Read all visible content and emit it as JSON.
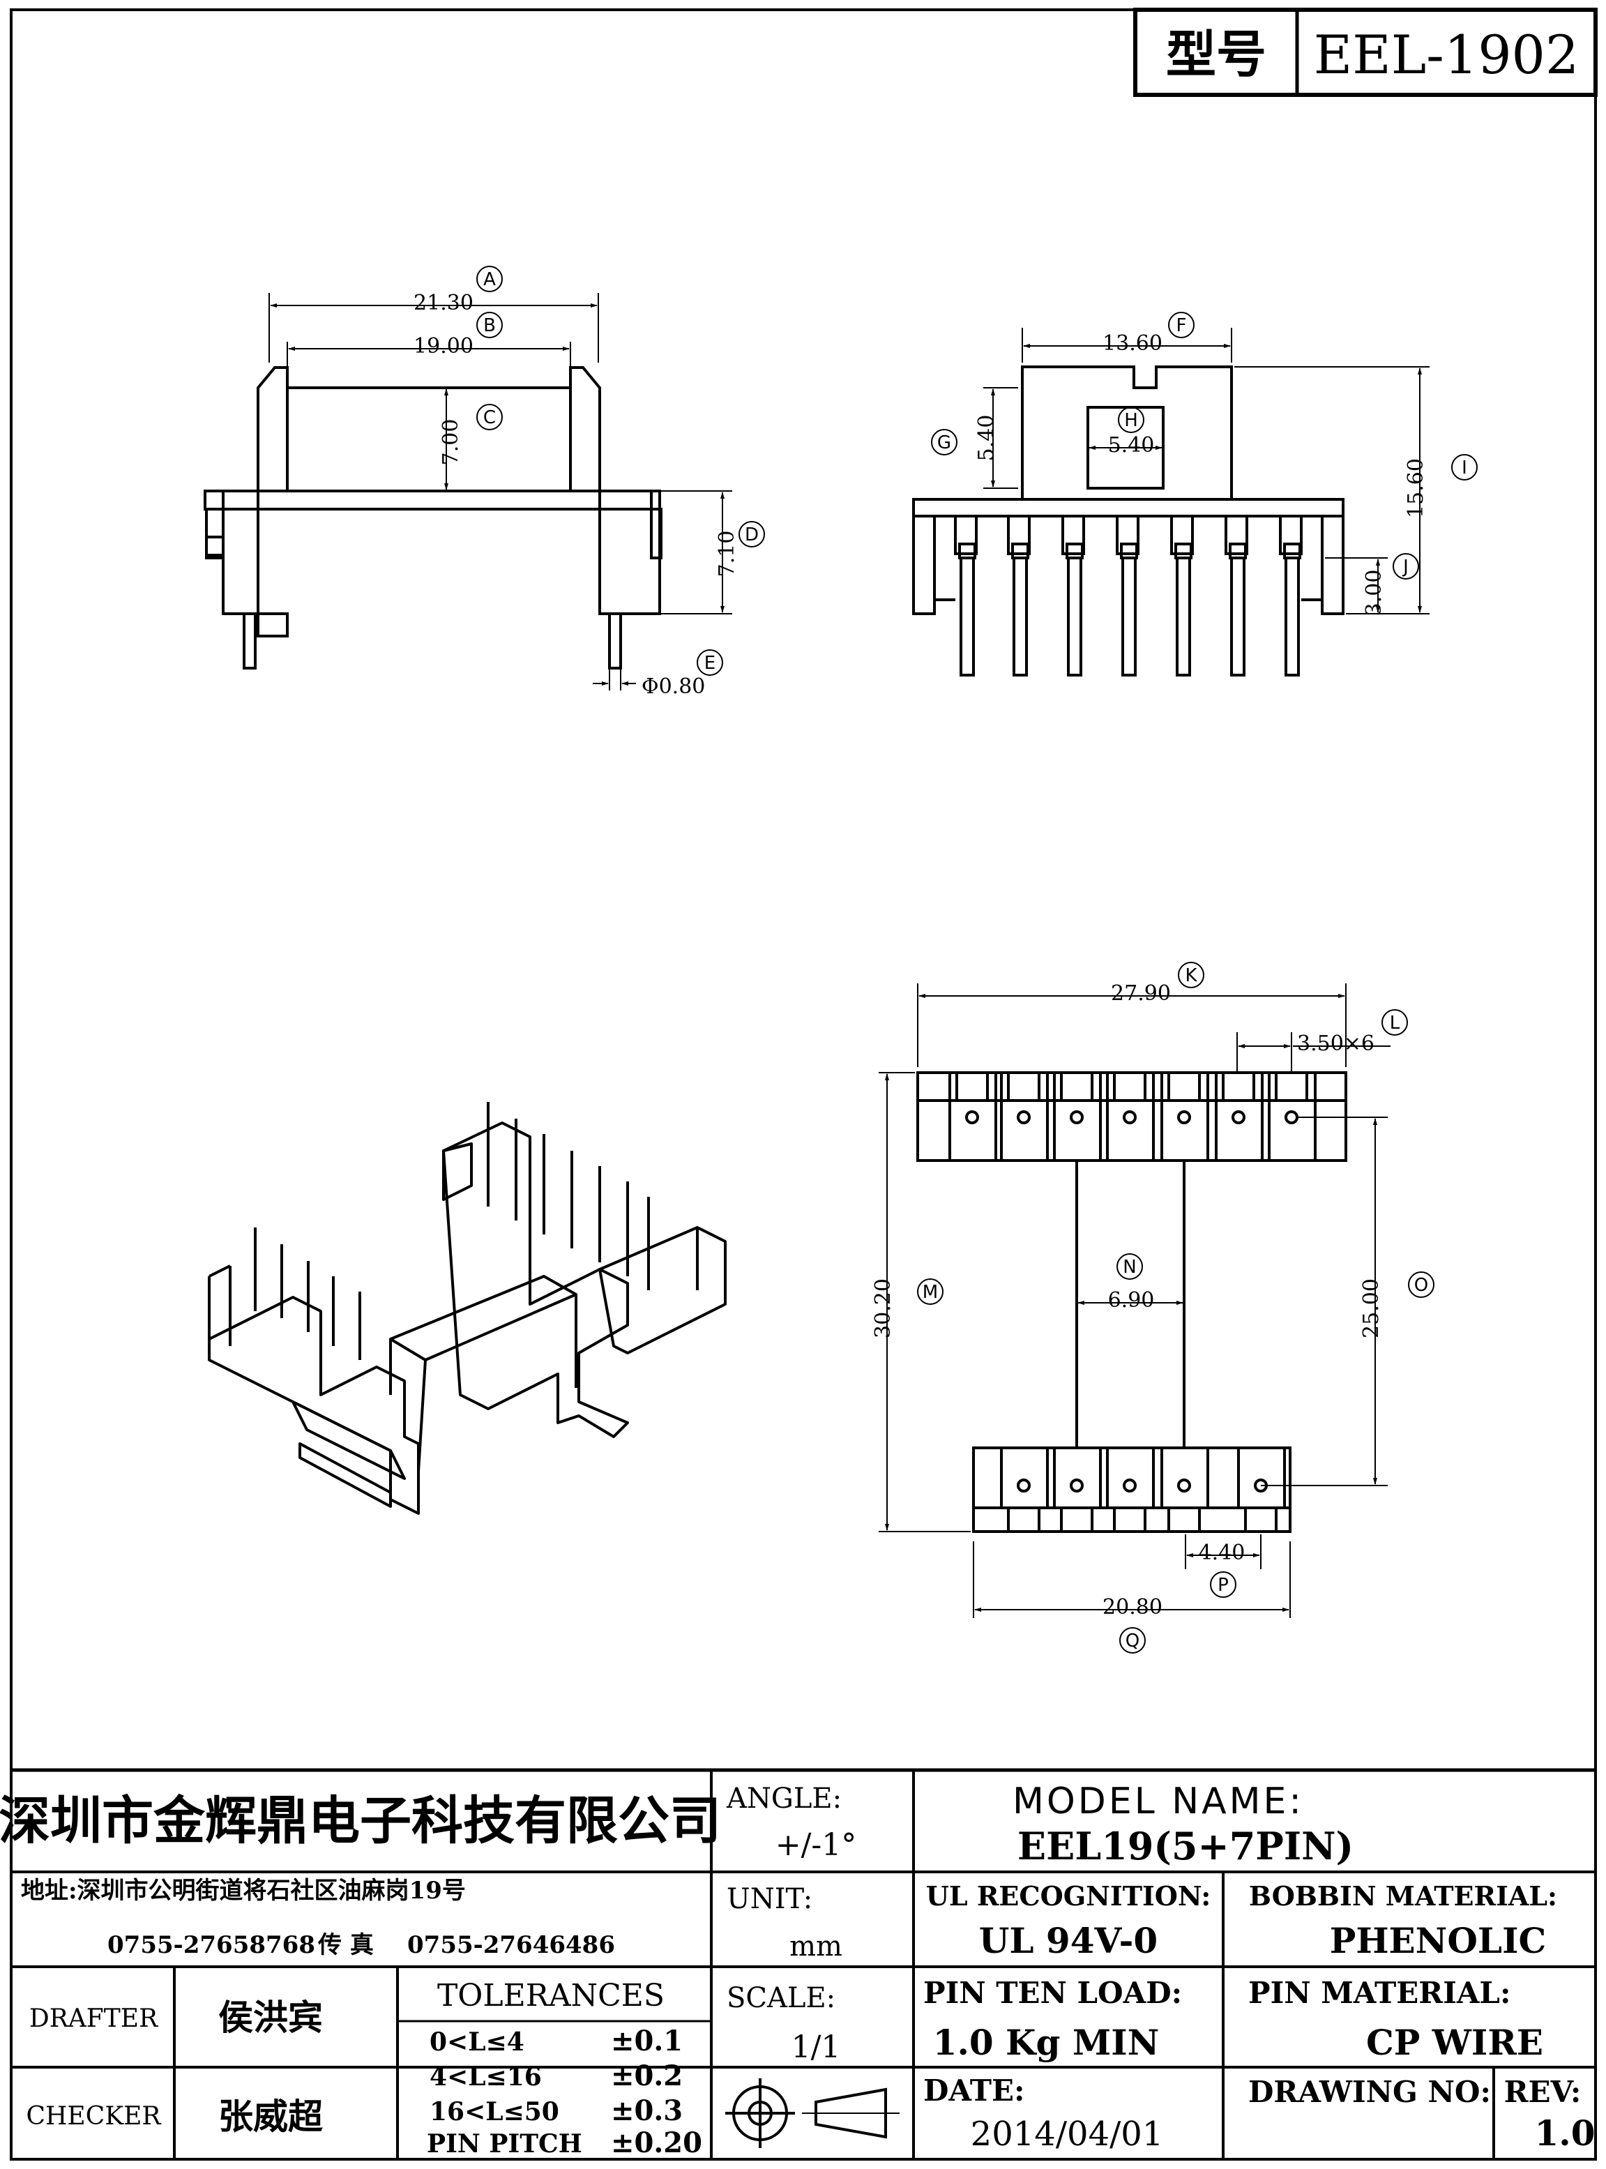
{
  "model_box": {
    "label": "型号",
    "value": "EEL-1902"
  },
  "dimensions": {
    "A": "21.30",
    "B": "19.00",
    "C": "7.00",
    "D": "7.10",
    "E": "Φ0.80",
    "F": "13.60",
    "G": "5.40",
    "H": "5.40",
    "I": "15.60",
    "J": "3.00",
    "K": "27.90",
    "L": "3.50×6",
    "M": "30.20",
    "N": "6.90",
    "O": "25.00",
    "P": "4.40",
    "Q": "20.80"
  },
  "markers": [
    "A",
    "B",
    "C",
    "D",
    "E",
    "F",
    "G",
    "H",
    "I",
    "J",
    "K",
    "L",
    "M",
    "N",
    "O",
    "P",
    "Q"
  ],
  "title_block": {
    "company": "深圳市金辉鼎电子科技有限公司",
    "address": "地址:深圳市公明街道将石社区油麻岗19号",
    "phone": "0755-27658768",
    "fax_label": "传 真",
    "fax": "0755-27646486",
    "drafter_label": "DRAFTER",
    "drafter": "侯洪宾",
    "checker_label": "CHECKER",
    "checker": "张威超",
    "tolerances_label": "TOLERANCES",
    "tolerances": [
      {
        "range": "0<L≤4",
        "value": "±0.1"
      },
      {
        "range": "4<L≤16",
        "value": "±0.2"
      },
      {
        "range": "16<L≤50",
        "value": "±0.3"
      },
      {
        "range": "PIN PITCH",
        "value": "±0.20"
      }
    ],
    "angle_label": "ANGLE:",
    "angle": "+/-1°",
    "unit_label": "UNIT:",
    "unit": "mm",
    "scale_label": "SCALE:",
    "scale": "1/1",
    "model_name_label": "MODEL NAME:",
    "model_name": "EEL19(5+7PIN)",
    "ul_label": "UL RECOGNITION:",
    "ul": "UL 94V-0",
    "bobbin_label": "BOBBIN MATERIAL:",
    "bobbin": "PHENOLIC",
    "pin_load_label": "PIN TEN LOAD:",
    "pin_load": "1.0 Kg MIN",
    "pin_material_label": "PIN MATERIAL:",
    "pin_material": "CP WIRE",
    "date_label": "DATE:",
    "date": "2014/04/01",
    "drawing_no_label": "DRAWING NO:",
    "drawing_no": "",
    "rev_label": "REV:",
    "rev": "1.0"
  }
}
